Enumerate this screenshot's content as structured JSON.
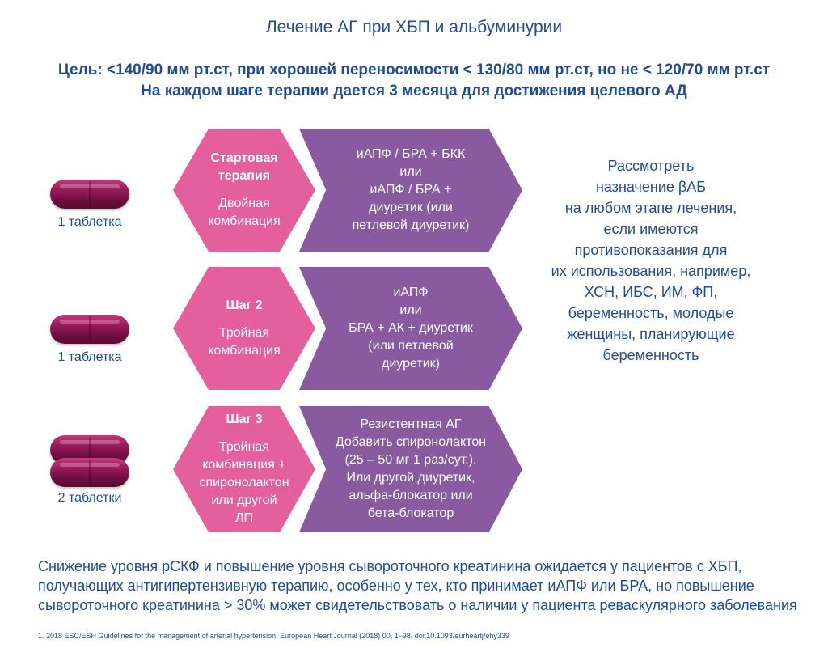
{
  "title": "Лечение АГ при ХБП и альбуминурии",
  "goal_line1": "Цель: <140/90 мм рт.ст, при хорошей переносимости < 130/80 мм рт.ст, но не < 120/70 мм рт.ст",
  "goal_line2": "На каждом шаге терапии дается 3 месяца для достижения целевого АД",
  "steps": [
    {
      "pill_label": "1 таблетка",
      "header_lines": [
        "Стартовая",
        "терапия"
      ],
      "sub_lines": [
        "Двойная",
        "комбинация"
      ],
      "detail_lines": [
        "иАПФ / БРА + БКК",
        "или",
        "иАПФ / БРА +",
        "диуретик (или",
        "петлевой диуретик)"
      ]
    },
    {
      "pill_label": "1 таблетка",
      "header_lines": [
        "Шаг 2"
      ],
      "sub_lines": [
        "Тройная",
        "комбинация"
      ],
      "detail_lines": [
        "иАПФ",
        "или",
        "БРА + АК + диуретик",
        "(или петлевой",
        "диуретик)"
      ]
    },
    {
      "pill_label": "2 таблетки",
      "header_lines": [
        "Шаг 3"
      ],
      "sub_lines": [
        "Тройная",
        "комбинация +",
        "спиронолактон",
        "или другой",
        "ЛП"
      ],
      "detail_lines": [
        "Резистентная АГ",
        "Добавить спиронолактон",
        "(25 – 50 мг 1 раз/сут.).",
        "Или другой диуретик,",
        "альфа-блокатор или",
        "бета-блокатор"
      ]
    }
  ],
  "side_note_lines": [
    "Рассмотреть",
    "назначение βАБ",
    "на любом этапе лечения,",
    "если имеются",
    "противопоказания для",
    "их использования, например,",
    "ХСН, ИБС, ИМ, ФП,",
    "беременность, молодые",
    "женщины, планирующие",
    "беременность"
  ],
  "bottom_lines": [
    "Снижение уровня рСКФ и повышение уровня сывороточного креатинина ожидается у пациентов с ХБП,",
    "получающих антигипертензивную терапию, особенно у тех, кто принимает иАПФ или БРА, но повышение",
    "сывороточного креатинина > 30% может свидетельствовать о наличии у пациента реваскулярного заболевания"
  ],
  "reference": "1. 2018 ESC/ESH Guidelines for the management of arterial hypertension. European Heart Journal (2018) 00, 1–98, doi:10.1093/eurheartj/ehy339",
  "colors": {
    "pink": "#e4609d",
    "purple": "#8a5aa0",
    "text": "#1f4c94",
    "pill": "#8b1550"
  }
}
